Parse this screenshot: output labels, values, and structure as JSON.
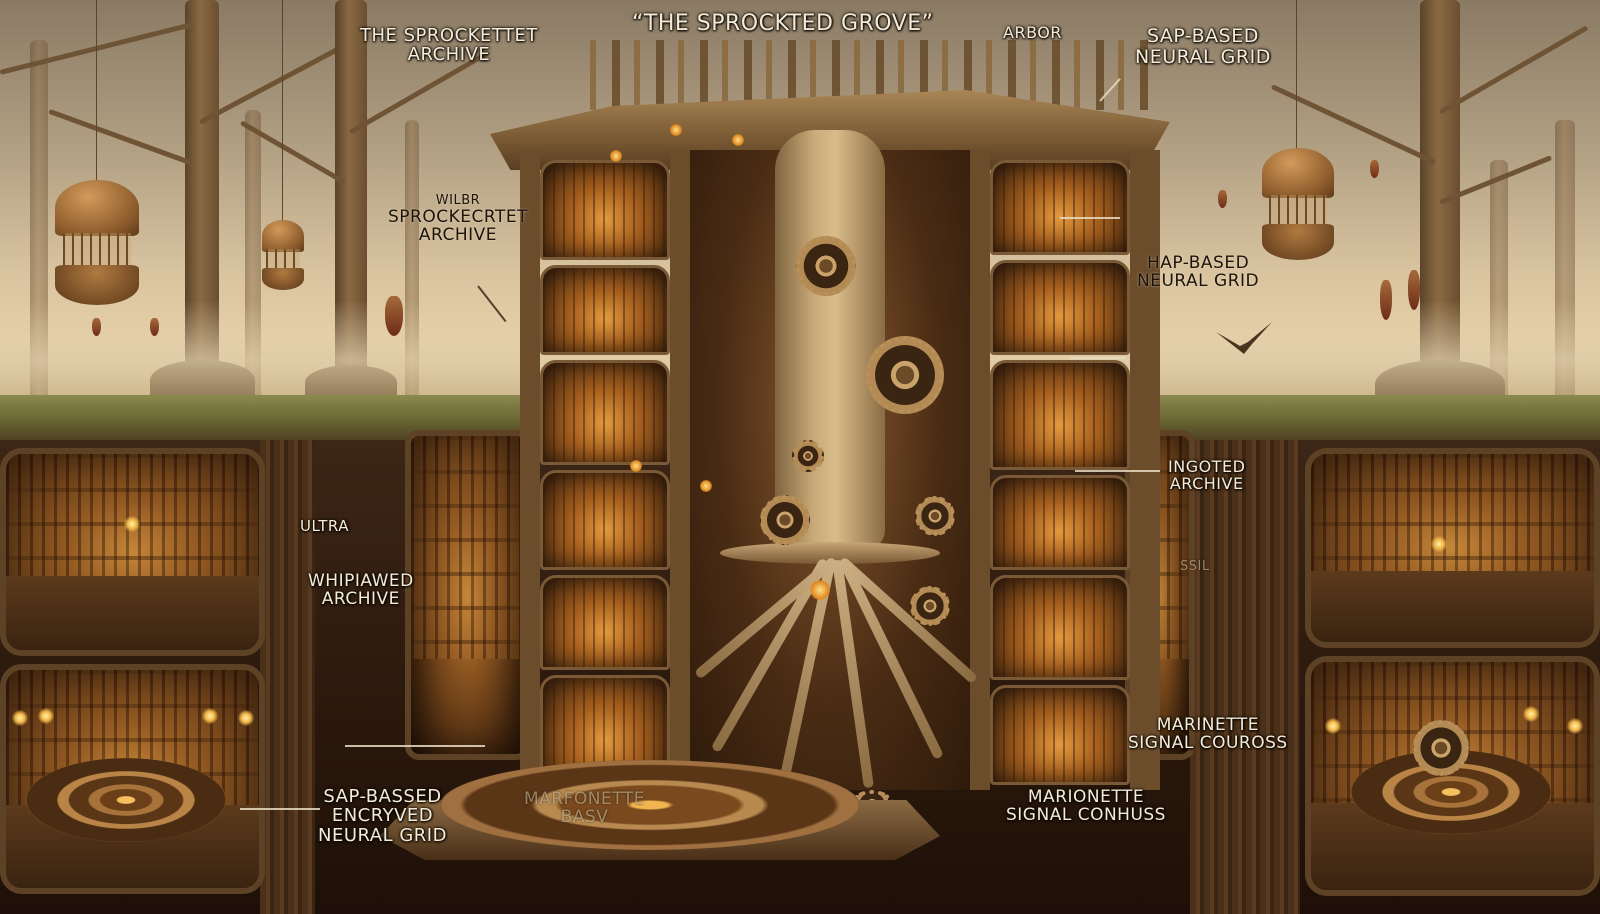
{
  "title": "“THE SPROCKTED GROVE”",
  "labels": {
    "top_left": [
      "THE SPROCKETTET",
      "ARCHIVE"
    ],
    "top_right_small": "ARBOR",
    "top_right": [
      "SAP-BASED",
      "NEURAL GRID"
    ],
    "mid_left": [
      "WILBR",
      "SPROCKECRTET",
      "ARCHIVE"
    ],
    "mid_right": [
      "HAP-BASED",
      "NEURAL GRID"
    ],
    "right_archive": [
      "INGOTED",
      "ARCHIVE"
    ],
    "right_faded": "SSIL",
    "left_ultra": "ULTRA",
    "left_archive": [
      "WHIPIAWED",
      "ARCHIVE"
    ],
    "bottom_left": [
      "SAP-BASSED",
      "ENCRYVED",
      "NEURAL GRID"
    ],
    "bottom_center": [
      "MARFONETTE",
      "BASV"
    ],
    "bottom_right_upper": [
      "MARINETTE",
      "SIGNAL COUROSS"
    ],
    "bottom_right_lower": [
      "MARIONETTE",
      "SIGNAL CONHUSS"
    ]
  },
  "colors": {
    "sky": "#d9c4a0",
    "wood": "#6b4d2c",
    "glow": "#e39a3e",
    "label_light": "#f4ecd8",
    "label_dark": "#1c130a"
  }
}
